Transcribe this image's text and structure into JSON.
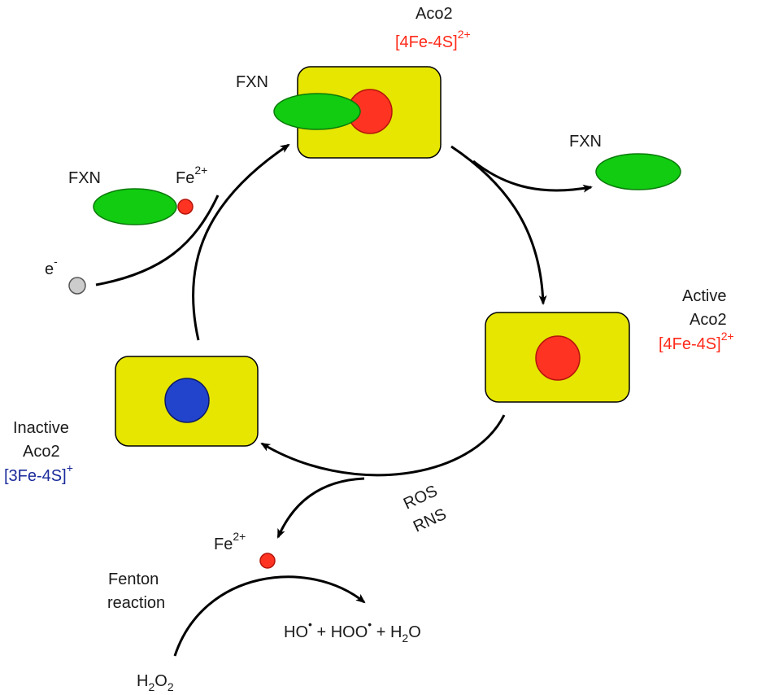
{
  "top_aco2": {
    "name": "Aco2",
    "cluster": "[4Fe-4S]",
    "cluster_charge": "2+"
  },
  "fxn_bound_label": "FXN",
  "fxn_released_label": "FXN",
  "fxn_iron": {
    "fxn_label": "FXN",
    "iron_label": "Fe",
    "iron_charge": "2+"
  },
  "electron": {
    "label": "e",
    "charge": "-"
  },
  "active_aco2": {
    "state": "Active",
    "name": "Aco2",
    "cluster": "[4Fe-4S]",
    "cluster_charge": "2+"
  },
  "inactive_aco2": {
    "state": "Inactive",
    "name": "Aco2",
    "cluster": "[3Fe-4S]",
    "cluster_charge": "+"
  },
  "oxidants": {
    "line1": "ROS",
    "line2": "RNS"
  },
  "released_iron": {
    "label": "Fe",
    "charge": "2+"
  },
  "fenton": {
    "line1": "Fenton",
    "line2": "reaction",
    "reactant_h": "H",
    "reactant_sub1": "2",
    "reactant_o": "O",
    "reactant_sub2": "2",
    "prod_hydroxyl": "HO",
    "radical_dot": "•",
    "plus1": " + ",
    "prod_hydroperoxyl": "HOO",
    "plus2": " + ",
    "water_h": "H",
    "water_sub": "2",
    "water_o": "O"
  },
  "colors": {
    "enzyme_fill": "#e6e600",
    "active_cluster": "#ff3322",
    "inactive_cluster": "#2244cc",
    "fxn": "#11cc11",
    "electron": "#cccccc",
    "cluster_label_red": "#ff2a1a",
    "cluster_label_blue": "#1a2a9a"
  }
}
